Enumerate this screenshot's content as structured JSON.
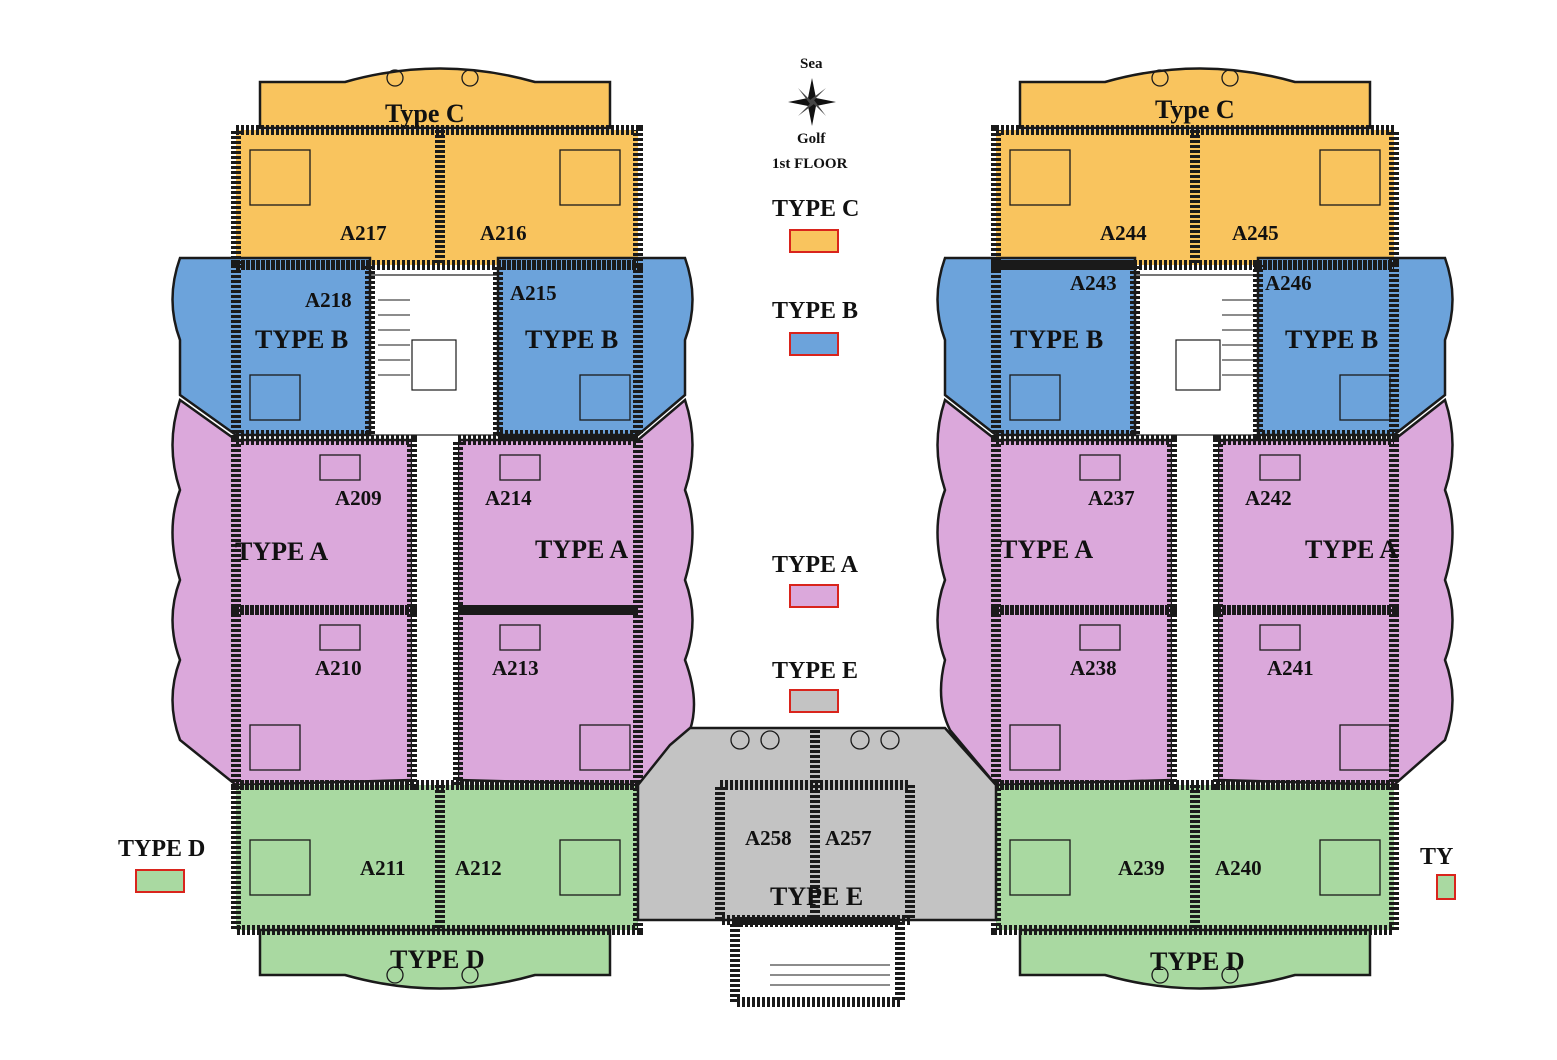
{
  "compass": {
    "north_label": "Sea",
    "south_label": "Golf",
    "floor_label": "1st FLOOR"
  },
  "colors": {
    "type_a": "#dba8db",
    "type_b": "#6ca3db",
    "type_c": "#f9c45e",
    "type_d": "#a9d9a1",
    "type_e": "#c3c3c3",
    "wall": "#1a1a1a",
    "swatch_border": "#d9241c"
  },
  "legend": [
    {
      "label": "TYPE C",
      "color": "type_c"
    },
    {
      "label": "TYPE B",
      "color": "type_b"
    },
    {
      "label": "TYPE A",
      "color": "type_a"
    },
    {
      "label": "TYPE E",
      "color": "type_e"
    },
    {
      "label": "TYPE D",
      "color": "type_d"
    },
    {
      "label": "TY",
      "color": "type_d"
    }
  ],
  "zone_labels": {
    "left_type_c": "Type C",
    "right_type_c": "Type C",
    "left_type_b_1": "TYPE B",
    "left_type_b_2": "TYPE B",
    "right_type_b_1": "TYPE B",
    "right_type_b_2": "TYPE B",
    "left_type_a_1": "TYPE A",
    "left_type_a_2": "TYPE A",
    "right_type_a_1": "TYPE A",
    "right_type_a_2": "TYPE A",
    "left_type_d": "TYPE D",
    "right_type_d": "TYPE D",
    "center_type_e": "TYPE E"
  },
  "units": {
    "A217": "A217",
    "A216": "A216",
    "A218": "A218",
    "A215": "A215",
    "A209": "A209",
    "A214": "A214",
    "A210": "A210",
    "A213": "A213",
    "A211": "A211",
    "A212": "A212",
    "A244": "A244",
    "A245": "A245",
    "A243": "A243",
    "A246": "A246",
    "A237": "A237",
    "A242": "A242",
    "A238": "A238",
    "A241": "A241",
    "A239": "A239",
    "A240": "A240",
    "A258": "A258",
    "A257": "A257"
  }
}
